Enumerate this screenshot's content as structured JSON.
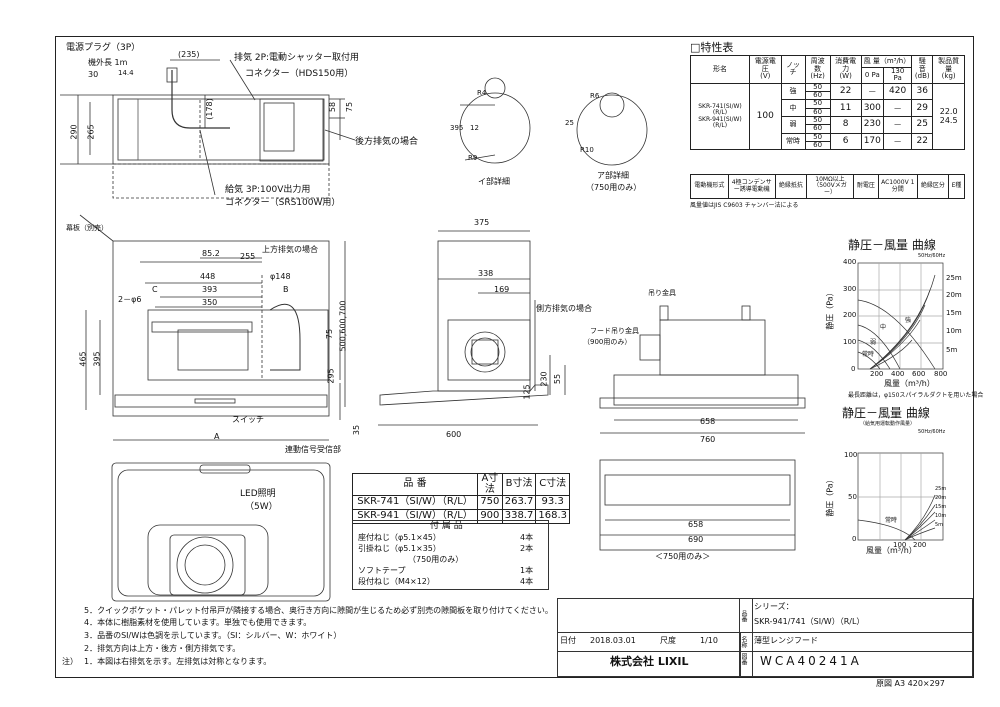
{
  "labels": {
    "power_plug": "電源プラグ（3P）",
    "cord_length": "機外長 1m",
    "dim_235": "(235)",
    "dim_30": "30",
    "dim_14_4": "14.4",
    "dim_178": "(178)",
    "dim_290": "290",
    "dim_265": "265",
    "exhaust_connector": "排気 2P:電動シャッター取付用",
    "exhaust_connector_2": "コネクター（HDS150用）",
    "dim_58": "58",
    "dim_75a": "75",
    "rear_exhaust": "後方排気の場合",
    "supply_connector": "給気 3P:100V出力用",
    "supply_connector_2": "コネクター（SRS100W用）",
    "front_panel": "幕板（別売）",
    "top_exhaust": "上方排気の場合",
    "dim_85_2": "85.2",
    "dim_255": "255",
    "dim_448": "448",
    "dim_148": "φ148",
    "dim_393": "393",
    "dim_350": "350",
    "dim_C": "C",
    "dim_B": "B",
    "hole_2": "2－φ6",
    "dim_465": "465",
    "dim_395": "395",
    "dim_75b": "75",
    "dim_500": "500,600,700",
    "dim_295": "295",
    "dim_35": "35",
    "switch": "スイッチ",
    "dim_A": "A",
    "dim_375": "375",
    "dim_338": "338",
    "dim_169": "169",
    "side_exhaust": "側方排気の場合",
    "dim_125": "125",
    "dim_230": "230",
    "dim_55": "55",
    "dim_600": "600",
    "hanger": "吊り金具",
    "hood_hanger": "フード吊り金具",
    "hood_hanger_2": "（900用のみ）",
    "dim_658": "658",
    "dim_760": "760",
    "remote_receiver": "連動信号受信部",
    "led": "LED照明",
    "led_2": "（5W）",
    "dim_658b": "658",
    "dim_690": "690",
    "dim_750only": "＜750用のみ＞",
    "detail_i": "イ部詳細",
    "detail_a": "ア部詳細",
    "detail_a_2": "（750用のみ）",
    "r4": "R4",
    "dim_395b": "395",
    "dim_12": "12",
    "r9": "R9",
    "r6": "R6",
    "dim_25": "25",
    "r10": "R10"
  },
  "spec": {
    "title": "□特性表",
    "h_model": "形名",
    "h_voltage": "電源電圧",
    "h_voltage_unit": "(V)",
    "h_notch": "ノッチ",
    "h_freq": "周波数",
    "h_freq_unit": "(Hz)",
    "h_power": "消費電力",
    "h_power_unit": "(W)",
    "h_airflow": "風 量（m³/h）",
    "h_0pa": "0 Pa",
    "h_130pa": "130 Pa",
    "h_noise": "騒 音",
    "h_noise_unit": "(dB)",
    "h_weight": "製品質量",
    "h_weight_unit": "(kg)",
    "model_1": "SKR-741(SI/W)(R/L)",
    "model_2": "SKR-941(SI/W)(R/L)",
    "voltage": "100",
    "weight": "22.0\n24.5",
    "rows": [
      {
        "notch": "強",
        "f1": "50",
        "f2": "60",
        "power": "22",
        "a0": "—",
        "a130": "420",
        "noise": "36"
      },
      {
        "notch": "中",
        "f1": "50",
        "f2": "60",
        "power": "11",
        "a0": "300",
        "a130": "—",
        "noise": "29"
      },
      {
        "notch": "弱",
        "f1": "50",
        "f2": "60",
        "power": "8",
        "a0": "230",
        "a130": "—",
        "noise": "25"
      },
      {
        "notch": "常時",
        "f1": "50",
        "f2": "60",
        "power": "6",
        "a0": "170",
        "a130": "—",
        "noise": "22"
      }
    ],
    "f_motor": "電動機形式",
    "f_motor_v": "4極コンデンサー誘導電動機",
    "f_insul": "絶縁抵抗",
    "f_insul_v": "10MΩ以上（500Vメガー）",
    "f_withstand": "耐電圧",
    "f_withstand_v": "AC1000V 1分間",
    "f_class": "絶縁区分",
    "f_class_v": "E種",
    "note": "風量値はJIS C9603 チャンバー法による"
  },
  "curve1": {
    "title": "静圧－風量 曲線",
    "hz": "50Hz/60Hz",
    "ylabel": "静圧（Pa）",
    "xlabel": "風量（m³/h）",
    "note": "最長距離は，φ150スパイラルダクトを用いた場合",
    "y_ticks": [
      "400",
      "300",
      "200",
      "100",
      "0"
    ],
    "x_ticks": [
      "200",
      "400",
      "600",
      "800"
    ],
    "lines": [
      "25m",
      "20m",
      "15m",
      "10m",
      "5m"
    ],
    "notch": [
      "強",
      "中",
      "弱",
      "常時"
    ]
  },
  "curve2": {
    "title": "静圧－風量 曲線",
    "sub": "（給気用運転動作風量）",
    "hz": "50Hz/60Hz",
    "ylabel": "静圧（Pa）",
    "xlabel": "風量（m³/h）",
    "y_ticks": [
      "100",
      "50",
      "0"
    ],
    "x_ticks": [
      "100",
      "200"
    ],
    "lines": [
      "25m",
      "20m",
      "15m",
      "10m",
      "5m"
    ],
    "notch": "常時"
  },
  "product_table": {
    "h_model": "品 番",
    "h_a": "A寸法",
    "h_b": "B寸法",
    "h_c": "C寸法",
    "rows": [
      {
        "model": "SKR-741（SI/W）（R/L）",
        "a": "750",
        "b": "263.7",
        "c": "93.3"
      },
      {
        "model": "SKR-941（SI/W）（R/L）",
        "a": "900",
        "b": "338.7",
        "c": "168.3"
      }
    ]
  },
  "accessories": {
    "title": "付 属 品",
    "items": [
      {
        "name": "座付ねじ（φ5.1×45）",
        "qty": "4本"
      },
      {
        "name": "引掛ねじ（φ5.1×35）",
        "qty": "2本"
      },
      {
        "name": "（750用のみ）",
        "qty": ""
      },
      {
        "name": "ソフトテープ",
        "qty": "1本"
      },
      {
        "name": "段付ねじ（M4×12）",
        "qty": "4本"
      }
    ]
  },
  "notes": {
    "label": "注）",
    "items": [
      "1．本図は右排気を示す。左排気は対称となります。",
      "2．排気方向は上方・後方・側方排気です。",
      "3．品番のSI/Wは色調を示しています。（SI：シルバー、W：ホワイト）",
      "4．本体に樹脂素材を使用しています。単独でも使用できます。",
      "5．クイックポケット・パレット付吊戸が隣接する場合、奥行き方向に隙間が生じるため必ず別売の隙間板を取り付けてください。"
    ]
  },
  "title_block": {
    "series_label": "シリーズ：",
    "series": "SKR-941/741（SI/W）（R/L）",
    "name": "薄型レンジフード",
    "date_label": "日付",
    "date": "2018.03.01",
    "scale_label": "尺度",
    "scale": "1/10",
    "company": "株式会社 LIXIL",
    "doc_label": "図番",
    "doc_no": "WCA40241A",
    "original": "原図 A3 420×297",
    "side_name": "名称",
    "side_no": "品番"
  }
}
